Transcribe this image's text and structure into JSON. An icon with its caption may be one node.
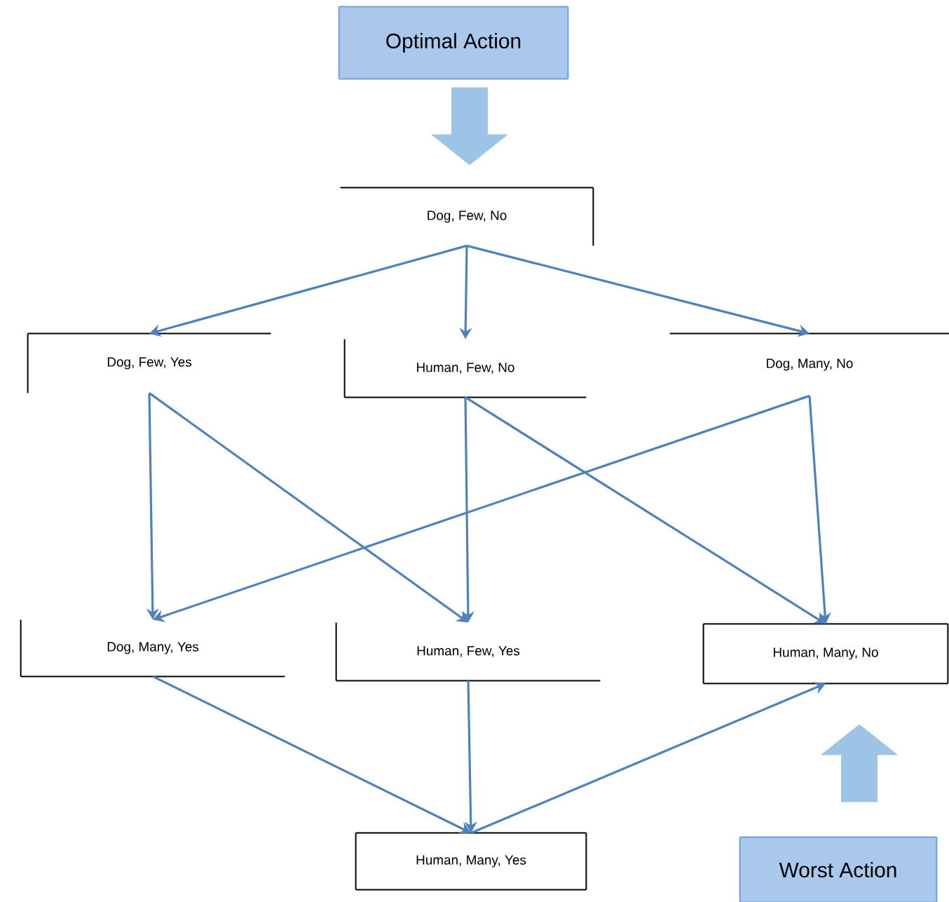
{
  "diagram": {
    "nodes": [
      {
        "text": [
          "Optimal Action"
        ]
      },
      {
        "text": [
          "Dog, Few, No"
        ]
      },
      {
        "text": [
          "Dog, Few, Yes"
        ]
      },
      {
        "text": [
          "Human, Few, No"
        ]
      },
      {
        "text": [
          "Dog, Many, No"
        ]
      },
      {
        "text": [
          "Dog, Many, Yes"
        ]
      },
      {
        "text": [
          "Human, Few, Yes"
        ]
      },
      {
        "text": [
          "Human, Many, No"
        ]
      },
      {
        "text": [
          "Human, Many, Yes"
        ]
      },
      {
        "text": [
          "Worst Action"
        ]
      }
    ],
    "edges": [
      {
        "from": 0,
        "to": 1,
        "arrow": "to",
        "style": "thick",
        "color": "#9dc3e6"
      },
      {
        "from": 1,
        "to": 2,
        "arrow": "to"
      },
      {
        "from": 1,
        "to": 3,
        "arrow": "to"
      },
      {
        "from": 1,
        "to": 4,
        "arrow": "to"
      },
      {
        "from": 2,
        "to": 5,
        "arrow": "to"
      },
      {
        "from": 2,
        "to": 6,
        "arrow": "to"
      },
      {
        "from": 3,
        "to": 6,
        "arrow": "to"
      },
      {
        "from": 3,
        "to": 7,
        "arrow": "to"
      },
      {
        "from": 4,
        "to": 5,
        "arrow": "to"
      },
      {
        "from": 4,
        "to": 7,
        "arrow": "to"
      },
      {
        "from": 5,
        "to": 8,
        "arrow": "to"
      },
      {
        "from": 6,
        "to": 8,
        "arrow": "to"
      },
      {
        "from": 8,
        "to": 7,
        "arrow": "to"
      },
      {
        "from": 9,
        "to": 7,
        "arrow": "to",
        "style": "thick",
        "color": "#9dc3e6"
      }
    ]
  }
}
